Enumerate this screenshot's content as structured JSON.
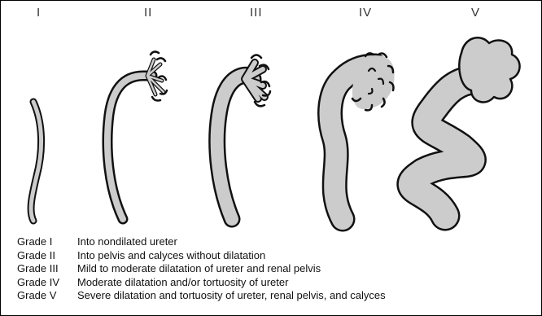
{
  "grades": [
    "I",
    "II",
    "III",
    "IV",
    "V"
  ],
  "legend": [
    {
      "grade": "Grade I",
      "text": "Into nondilated ureter"
    },
    {
      "grade": "Grade II",
      "text": "Into pelvis and calyces without dilatation"
    },
    {
      "grade": "Grade III",
      "text": "Mild to moderate dilatation of ureter and renal pelvis"
    },
    {
      "grade": "Grade IV",
      "text": "Moderate dilatation and/or tortuosity of ureter"
    },
    {
      "grade": "Grade V",
      "text": "Severe dilatation and tortuosity of ureter, renal pelvis, and calyces"
    }
  ],
  "colors": {
    "fill": "#cccccc",
    "outline": "#111111"
  }
}
